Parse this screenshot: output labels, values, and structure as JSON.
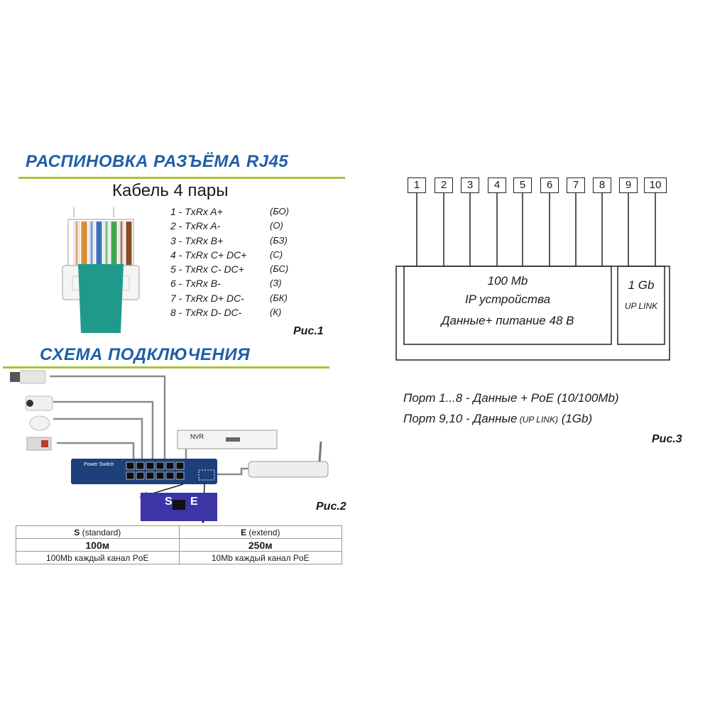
{
  "rj45": {
    "heading": "РАСПИНОВКА РАЗЪЁМА RJ45",
    "cable_title": "Кабель 4 пары",
    "pins": [
      {
        "label": "1 - TxRx A+",
        "code": "(БО)"
      },
      {
        "label": "2 - TxRx A-",
        "code": "(О)"
      },
      {
        "label": "3 - TxRx B+",
        "code": "(БЗ)"
      },
      {
        "label": "4 - TxRx C+  DC+",
        "code": "(С)"
      },
      {
        "label": "5 - TxRx C-  DC+",
        "code": "(БС)"
      },
      {
        "label": "6 - TxRx B-",
        "code": "(З)"
      },
      {
        "label": "7 - TxRx D+  DC-",
        "code": "(БК)"
      },
      {
        "label": "8 - TxRx D-  DC-",
        "code": "(К)"
      }
    ],
    "figure": "Рис.1",
    "wire_colors": [
      "#f2f2f2",
      "#e08a2a",
      "#f2f2f2",
      "#3a6fc4",
      "#f2f2f2",
      "#3ea84a",
      "#f2f2f2",
      "#8a4a22"
    ],
    "cable_color": "#1f9a8a"
  },
  "connection": {
    "heading": "СХЕМА ПОДКЛЮЧЕНИЯ",
    "figure": "Рис.2",
    "nvr_label": "NVR",
    "switch_label": "Power Switch",
    "mode_switch": {
      "left": "S",
      "right": "E"
    },
    "table": {
      "header": [
        {
          "key": "S",
          "rest": " (standard)"
        },
        {
          "key": "E",
          "rest": " (extend)"
        }
      ],
      "distance": [
        "100м",
        "250м"
      ],
      "speed": [
        "100Mb каждый канал PoE",
        "10Mb  каждый канал PoE"
      ]
    }
  },
  "ports": {
    "numbers": [
      "1",
      "2",
      "3",
      "4",
      "5",
      "6",
      "7",
      "8",
      "9",
      "10"
    ],
    "main_block": {
      "line1": "100 Mb",
      "line2": "IP устройства",
      "line3": "Данные+ питание 48 В"
    },
    "uplink_block": {
      "line1": "1 Gb",
      "line2": "UP LINK"
    },
    "legend": [
      {
        "main": "Порт 1...8 - Данные + PoE",
        "small": "",
        "tail": "  (10/100Mb)"
      },
      {
        "main": "Порт 9,10 - Данные",
        "small": "  (UP LINK)",
        "tail": " (1Gb)"
      }
    ],
    "figure": "Рис.3"
  },
  "colors": {
    "heading": "#1f5ea8",
    "rule": "#a8c43a",
    "switch_body": "#1d3f7a",
    "mode_panel": "#3b35a8",
    "cable_gray": "#8a8a8a"
  }
}
